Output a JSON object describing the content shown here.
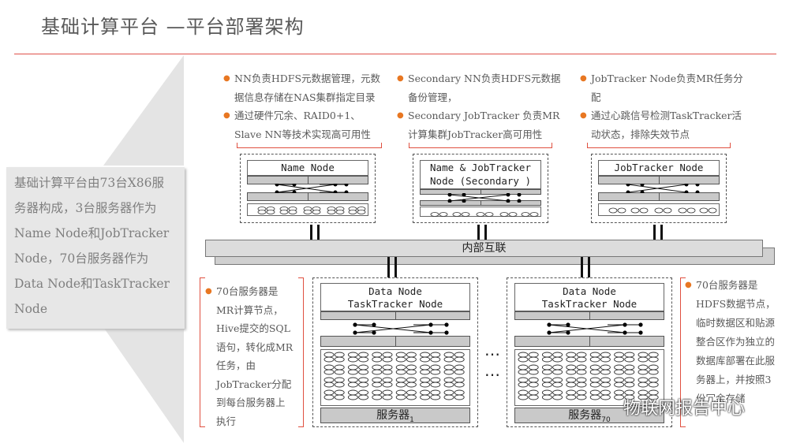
{
  "header": {
    "title": "基础计算平台 —平台部署架构"
  },
  "left_panel": {
    "lines": [
      "基础计算平台由73台X86服",
      "务器构成，3台服务器作为",
      "Name Node和JobTracker",
      "Node，70台服务器作为",
      "Data Node和TaskTracker",
      "Node"
    ]
  },
  "top_notes": {
    "namenode": [
      "NN负责HDFS元数据管理，元数据信息存储在NAS集群指定目录",
      "通过硬件冗余、RAID0+1、Slave NN等技术实现高可用性"
    ],
    "secondary": [
      "Secondary NN负责HDFS元数据备份管理，",
      "Secondary JobTracker 负责MR计算集群JobTracker高可用性"
    ],
    "jobtracker": [
      "JobTracker Node负责MR任务分配",
      "通过心跳信号检测TaskTracker活动状态，排除失效节点"
    ]
  },
  "nodes": {
    "namenode": "Name Node",
    "secondary": [
      "Name & JobTracker",
      "Node (Secondary )"
    ],
    "jobtracker": "JobTracker Node",
    "datanode1": [
      "Data  Node",
      "TaskTracker Node"
    ],
    "datanode2": [
      "Data  Node",
      "TaskTracker Node"
    ]
  },
  "bus": {
    "label": "内部互联"
  },
  "servers": {
    "server1": "服务器",
    "server1_sub": "1",
    "server2": "服务器",
    "server2_sub": "70",
    "ellipsis": "…"
  },
  "bottom_notes": {
    "left": "70台服务器是MR计算节点，Hive提交的SQL语句，转化成MR任务，由JobTracker分配到每台服务器上执行",
    "right": "70台服务器是HDFS数据节点，临时数据区和贴源整合区作为独立的数据库部署在此服务器上，并按照3份冗余存储"
  },
  "watermark": "物联网报告中心",
  "colors": {
    "bullet": "#e87722",
    "rule": "#e0504a",
    "bracket": "#e05040"
  }
}
